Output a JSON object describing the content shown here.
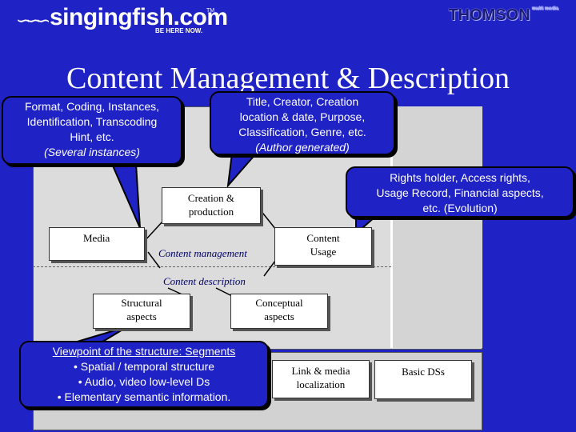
{
  "header": {
    "brand": "singingfish.com",
    "trademark": "TM",
    "tagline": "BE HERE NOW.",
    "partner": "THOMSON",
    "partner_sub": "multi media"
  },
  "title": "Content Management & Description",
  "callouts": {
    "format": {
      "line1": "Format, Coding, Instances,",
      "line2": "Identification, Transcoding",
      "line3": "Hint, etc.",
      "line4": "(Several instances)"
    },
    "title_info": {
      "line1": "Title, Creator, Creation",
      "line2": "location  & date, Purpose,",
      "line3": "Classification, Genre, etc.",
      "line4": "(Author generated)"
    },
    "rights": {
      "line1": "Rights holder, Access rights,",
      "line2": "Usage Record, Financial aspects,",
      "line3": "etc. (Evolution)"
    },
    "viewpoint": {
      "line1": "Viewpoint of the structure: Segments",
      "line2": "• Spatial / temporal structure",
      "line3": "• Audio, video low-level Ds",
      "line4": "• Elementary semantic information."
    }
  },
  "boxes": {
    "creation": {
      "line1": "Creation &",
      "line2": "production"
    },
    "media": "Media",
    "usage": {
      "line1": "Content",
      "line2": "Usage"
    },
    "structural": {
      "line1": "Structural",
      "line2": "aspects"
    },
    "conceptual": {
      "line1": "Conceptual",
      "line2": "aspects"
    },
    "link": {
      "line1": "Link & media",
      "line2": "localization"
    },
    "basic": "Basic DSs"
  },
  "labels": {
    "management": "Content management",
    "description": "Content description"
  }
}
